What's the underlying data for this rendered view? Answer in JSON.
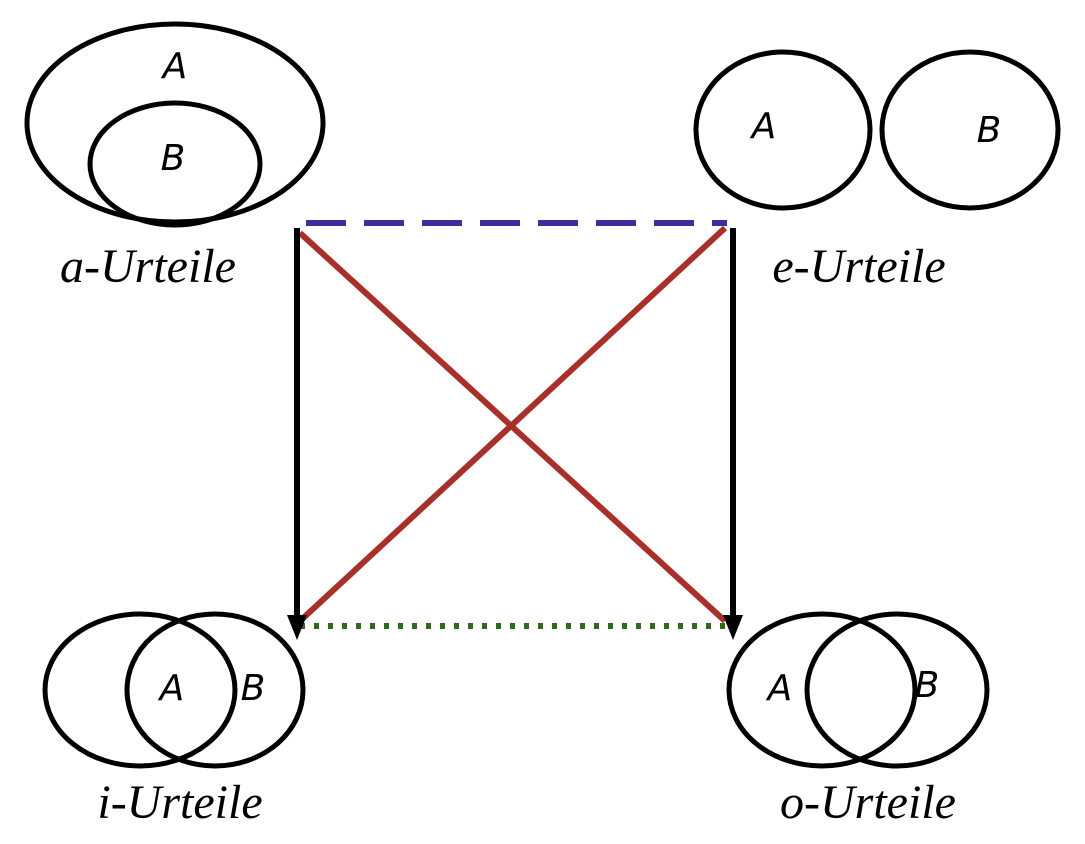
{
  "corners": {
    "a": {
      "caption": "a-Urteile",
      "outer_label": "A",
      "inner_label": "B"
    },
    "e": {
      "caption": "e-Urteile",
      "left_label": "A",
      "right_label": "B"
    },
    "i": {
      "caption": "i-Urteile",
      "left_label": "A",
      "right_label": "B"
    },
    "o": {
      "caption": "o-Urteile",
      "left_label": "A",
      "right_label": "B"
    }
  },
  "colors": {
    "contrary": "#3a2f9c",
    "contradictory": "#a8302a",
    "subalternation": "#000000",
    "subcontrary": "#2e6b1f"
  }
}
